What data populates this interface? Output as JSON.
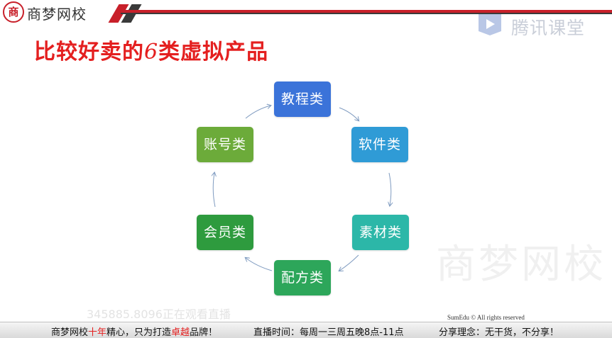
{
  "header": {
    "logo_glyph": "商",
    "brand_name": "商梦网校",
    "platform_name": "腾讯课堂",
    "platform_icon": "play-icon"
  },
  "slide": {
    "title_prefix": "比较好卖的",
    "title_digit": "6",
    "title_suffix": "类虚拟产品"
  },
  "cycle": {
    "nodes": [
      {
        "label": "教程类",
        "color": "#3b73d9"
      },
      {
        "label": "软件类",
        "color": "#2f9bd6"
      },
      {
        "label": "素材类",
        "color": "#2cb7a8"
      },
      {
        "label": "配方类",
        "color": "#2da65a"
      },
      {
        "label": "会员类",
        "color": "#2e9b3e"
      },
      {
        "label": "账号类",
        "color": "#6cab3a"
      }
    ]
  },
  "overlay": {
    "watermark": "商梦网校",
    "viewer_text": "345885.8096正在观看直播",
    "copyright": "SumEdu © All rights reserved"
  },
  "footer": {
    "slogan_a": "商梦网校",
    "slogan_b": "十年",
    "slogan_c": "精心，只为打造",
    "slogan_d": "卓越",
    "slogan_e": "品牌！",
    "schedule": "直播时间：每周一三周五晚8点-11点",
    "philosophy": "分享理念：无干货，不分享！"
  }
}
